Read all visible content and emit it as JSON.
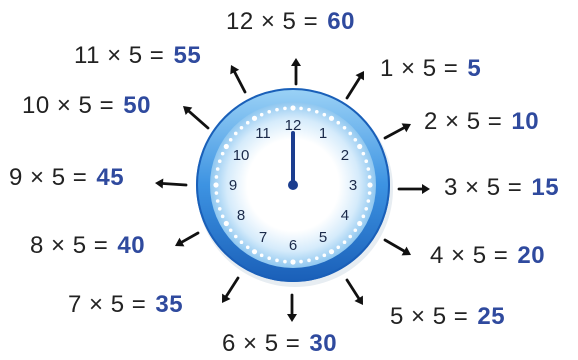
{
  "equations": [
    {
      "id": "12",
      "expr": "12 × 5 =",
      "result": "60"
    },
    {
      "id": "1",
      "expr": "1 × 5 =",
      "result": "5"
    },
    {
      "id": "2",
      "expr": "2 × 5 =",
      "result": "10"
    },
    {
      "id": "3",
      "expr": "3 × 5 =",
      "result": "15"
    },
    {
      "id": "4",
      "expr": "4 × 5 =",
      "result": "20"
    },
    {
      "id": "5",
      "expr": "5 × 5 =",
      "result": "25"
    },
    {
      "id": "6",
      "expr": "6 × 5 =",
      "result": "30"
    },
    {
      "id": "7",
      "expr": "7 × 5 =",
      "result": "35"
    },
    {
      "id": "8",
      "expr": "8 × 5 =",
      "result": "40"
    },
    {
      "id": "9",
      "expr": "9 × 5 =",
      "result": "45"
    },
    {
      "id": "10",
      "expr": "10 × 5 =",
      "result": "50"
    },
    {
      "id": "11",
      "expr": "11 × 5 =",
      "result": "55"
    }
  ],
  "clock": {
    "numerals": [
      "12",
      "1",
      "2",
      "3",
      "4",
      "5",
      "6",
      "7",
      "8",
      "9",
      "10",
      "11"
    ],
    "hand_position": "12"
  },
  "colors": {
    "ring_light": "#8ec9f2",
    "ring_dark": "#1e6fcc",
    "result_text": "#2f4a9e",
    "body_text": "#222222",
    "arrow": "#111111"
  }
}
